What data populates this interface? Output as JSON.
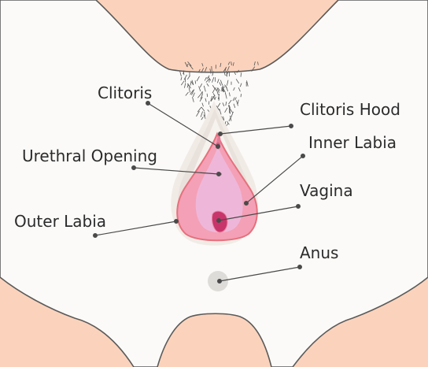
{
  "labels": {
    "clitoris": "Clitoris",
    "clitoris_hood": "Clitoris Hood",
    "urethral_opening": "Urethral Opening",
    "inner_labia": "Inner Labia",
    "vagina": "Vagina",
    "outer_labia": "Outer Labia",
    "anus": "Anus"
  },
  "colors": {
    "background": "#fbd3bc",
    "body": "#fbfaf8",
    "outline": "#5a5a5a",
    "outer_labia_fill": "#f3ede8",
    "inner_labia_fill": "#f4a0b6",
    "inner_labia_edge": "#e8707a",
    "vestibule_fill": "#eeb6d8",
    "vagina_fill": "#c6356a",
    "anus_fill": "#dcdcdc"
  }
}
